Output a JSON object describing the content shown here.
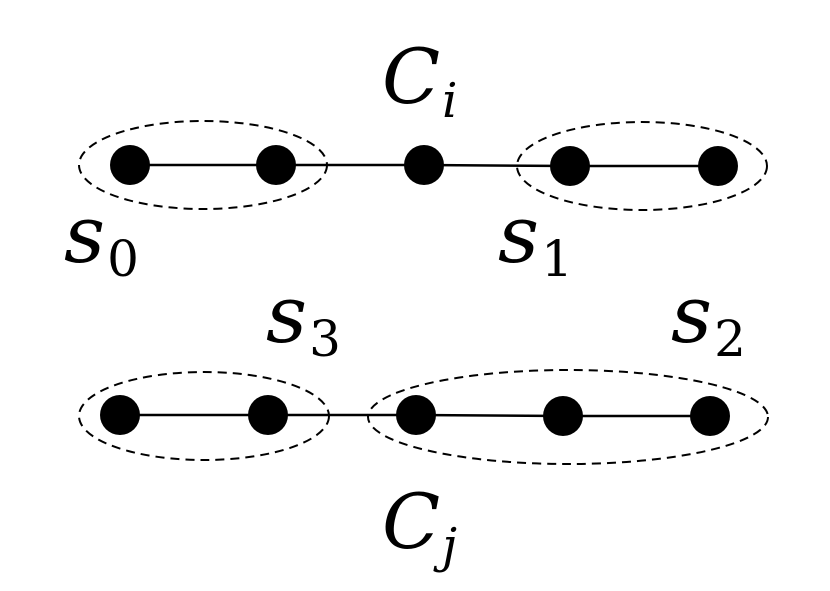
{
  "diagram": {
    "labels": {
      "ci": {
        "base": "C",
        "sub": "i"
      },
      "cj": {
        "base": "C",
        "sub": "j"
      },
      "s0": {
        "base": "s",
        "sub": "0"
      },
      "s1": {
        "base": "s",
        "sub": "1"
      },
      "s2": {
        "base": "s",
        "sub": "2"
      },
      "s3": {
        "base": "s",
        "sub": "3"
      }
    },
    "colors": {
      "ink": "#000000",
      "background": "#ffffff"
    }
  }
}
